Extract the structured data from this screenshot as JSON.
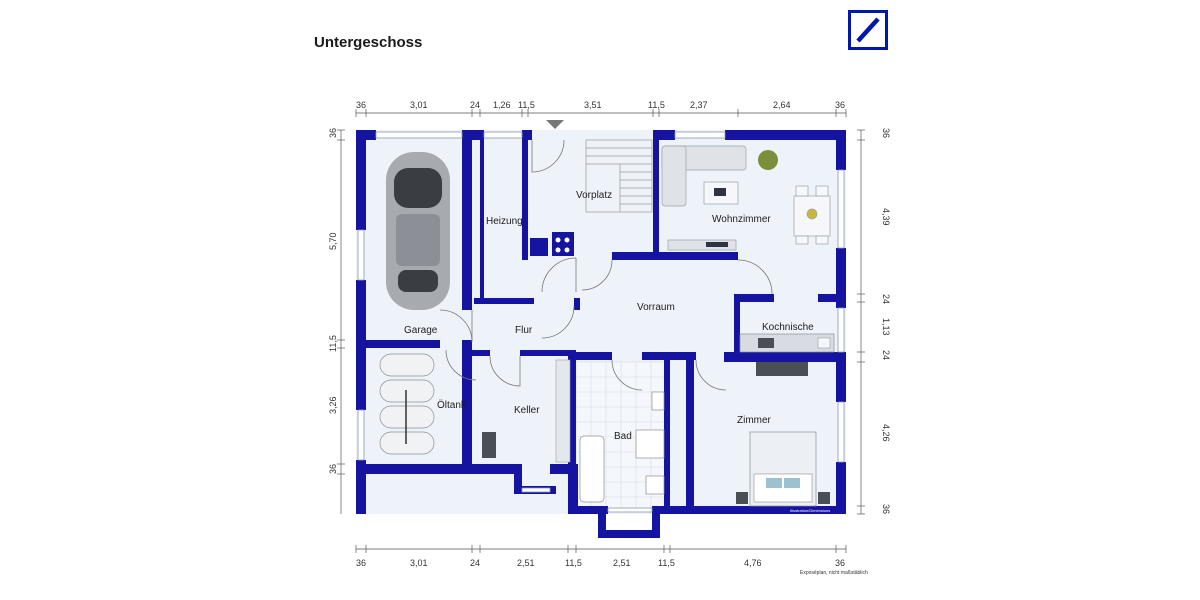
{
  "page_title": "Untergeschoss",
  "logo_icon": "deutsche-bank-logo-icon",
  "colors": {
    "wall": "#1414a0",
    "floor": "#eef3fa",
    "dim_line": "#555555",
    "logo": "#0018a8"
  },
  "rooms": {
    "garage": "Garage",
    "heizung": "Heizung",
    "vorplatz": "Vorplatz",
    "wohnzimmer": "Wohnzimmer",
    "flur": "Flur",
    "vorraum": "Vorraum",
    "kochnische": "Kochnische",
    "oeltank": "Öltank",
    "keller": "Keller",
    "bad": "Bad",
    "zimmer": "Zimmer"
  },
  "dimensions": {
    "top": [
      "36",
      "3,01",
      "24",
      "1,26",
      "11,5",
      "3,51",
      "11,5",
      "2,37",
      "2,64",
      "36"
    ],
    "bottom": [
      "36",
      "3,01",
      "24",
      "2,51",
      "11,5",
      "2,51",
      "11,5",
      "4,76",
      "36"
    ],
    "left": [
      "36",
      "5,70",
      "11,5",
      "3,26",
      "36"
    ],
    "right": [
      "36",
      "4,39",
      "24",
      "1,13",
      "24",
      "4,26",
      "36"
    ]
  },
  "note": "Exposéplan, nicht maßstäblich",
  "watermark": "Illustration/Dimensions"
}
